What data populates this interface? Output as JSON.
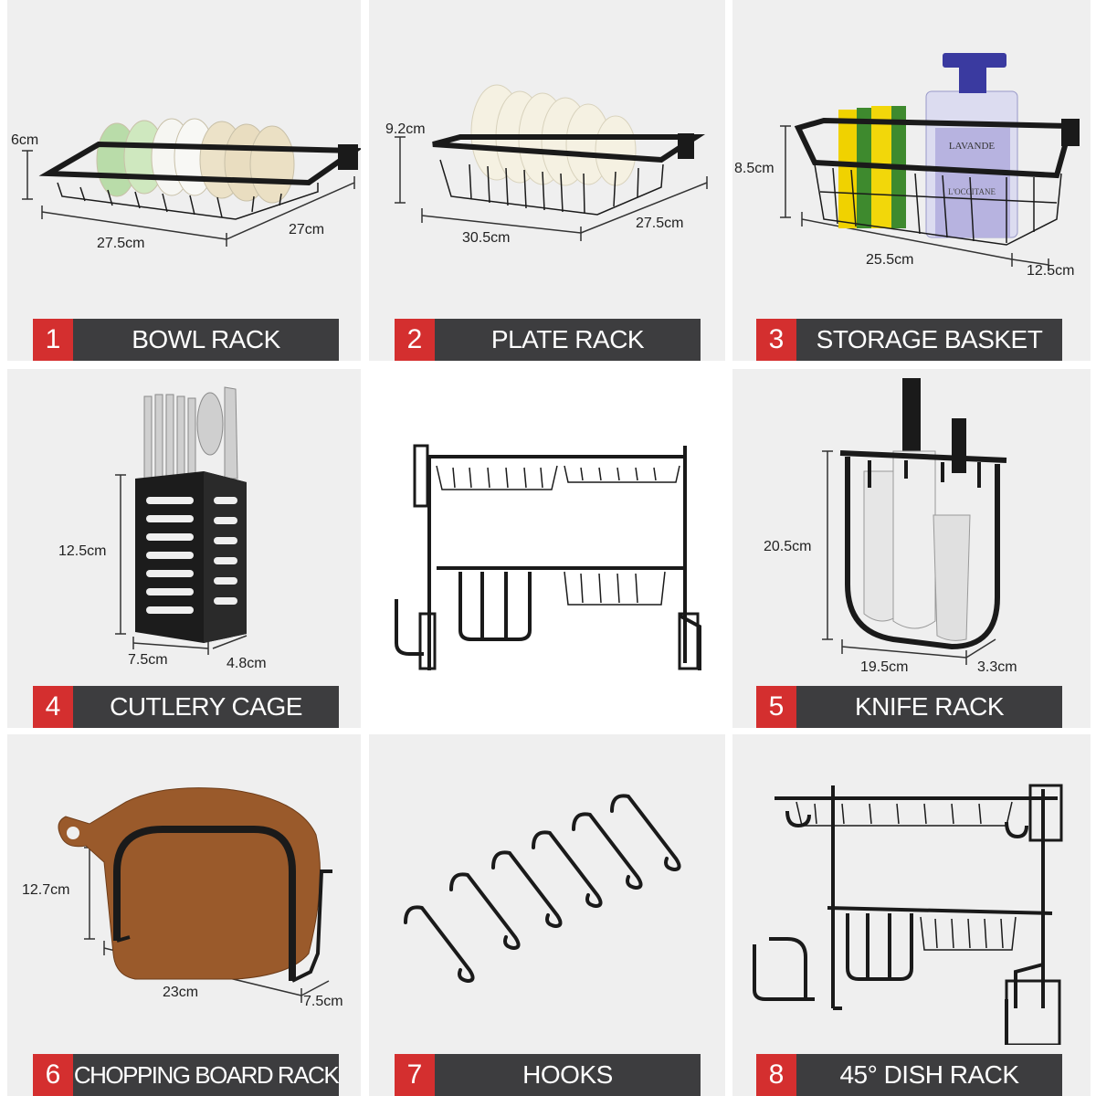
{
  "panels": [
    {
      "number": "1",
      "title": "BOWL RACK",
      "dims": [
        "6cm",
        "27.5cm",
        "27cm"
      ]
    },
    {
      "number": "2",
      "title": "PLATE RACK",
      "dims": [
        "9.2cm",
        "30.5cm",
        "27.5cm"
      ]
    },
    {
      "number": "3",
      "title": "STORAGE BASKET",
      "dims": [
        "8.5cm",
        "25.5cm",
        "12.5cm"
      ],
      "bottle_label": [
        "LAVANDE",
        "L'OCCITANE"
      ]
    },
    {
      "number": "4",
      "title": "CUTLERY CAGE",
      "dims": [
        "12.5cm",
        "7.5cm",
        "4.8cm"
      ]
    },
    {
      "number": "5",
      "title": "KNIFE RACK",
      "dims": [
        "20.5cm",
        "19.5cm",
        "3.3cm"
      ]
    },
    {
      "number": "6",
      "title": "CHOPPING BOARD RACK",
      "dims": [
        "12.7cm",
        "23cm",
        "7.5cm"
      ]
    },
    {
      "number": "7",
      "title": "HOOKS"
    },
    {
      "number": "8",
      "title": "45° DISH RACK"
    }
  ],
  "colors": {
    "badge": "#d42f2f",
    "title_bar": "#3d3d3f",
    "panel_bg": "#efefef",
    "rack": "#1a1a1a",
    "wood": "#9a5a2b"
  }
}
